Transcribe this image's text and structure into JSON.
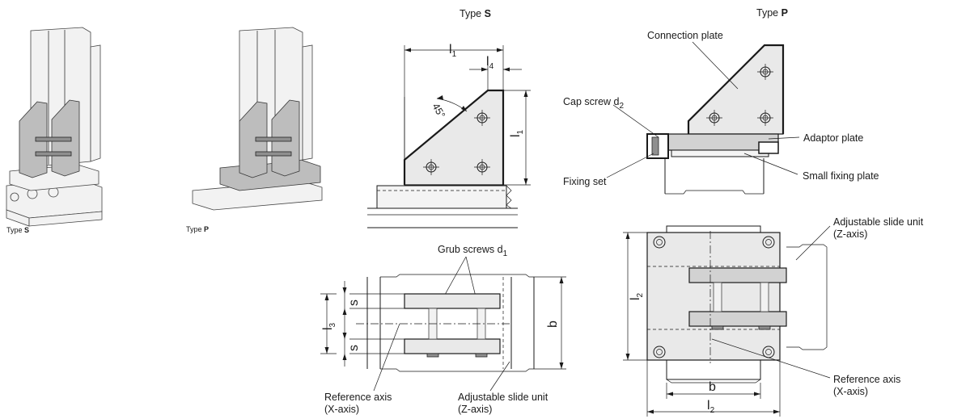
{
  "iso": {
    "s_caption_prefix": "Type ",
    "s_caption_bold": "S",
    "p_caption_prefix": "Type ",
    "p_caption_bold": "P"
  },
  "type_s": {
    "header_prefix": "Type ",
    "header_bold": "S",
    "dims": {
      "l1_top": "l",
      "l1_top_sub": "1",
      "l4": "l",
      "l4_sub": "4",
      "l1_side": "l",
      "l1_side_sub": "1",
      "angle": "45°"
    }
  },
  "type_p": {
    "header_prefix": "Type ",
    "header_bold": "P",
    "labels": {
      "connection_plate": "Connection plate",
      "cap_screw": "Cap screw d",
      "cap_screw_sub": "2",
      "adaptor_plate": "Adaptor plate",
      "fixing_set": "Fixing set",
      "small_fixing_plate": "Small fixing plate"
    }
  },
  "bottom_s": {
    "grub_screws": "Grub screws d",
    "grub_screws_sub": "1",
    "s_upper": "s",
    "s_lower": "s",
    "l3": "l",
    "l3_sub": "3",
    "b": "b",
    "ref_axis_1": "Reference axis",
    "ref_axis_2": "(X-axis)",
    "slide_1": "Adjustable slide unit",
    "slide_2": "(Z-axis)"
  },
  "bottom_p": {
    "slide_1": "Adjustable slide unit",
    "slide_2": "(Z-axis)",
    "l2_side": "l",
    "l2_side_sub": "2",
    "ref_axis_1": "Reference axis",
    "ref_axis_2": "(X-axis)",
    "b": "b",
    "l2_bottom": "l",
    "l2_bottom_sub": "2"
  }
}
